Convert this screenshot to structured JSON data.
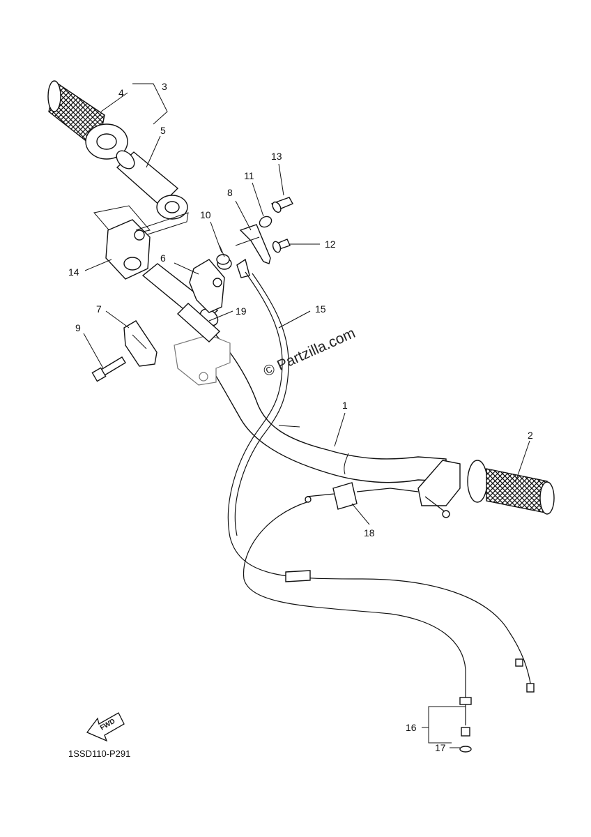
{
  "watermark": "© Partzilla.com",
  "diagram_code": "1SSD110-P291",
  "fwd_label": "FWD",
  "callouts": {
    "c1": "1",
    "c2": "2",
    "c3": "3",
    "c4": "4",
    "c5": "5",
    "c6": "6",
    "c7": "7",
    "c8": "8",
    "c9": "9",
    "c10": "10",
    "c11": "11",
    "c12": "12",
    "c13": "13",
    "c14": "14",
    "c15": "15",
    "c16": "16",
    "c17": "17",
    "c18": "18",
    "c19": "19"
  }
}
